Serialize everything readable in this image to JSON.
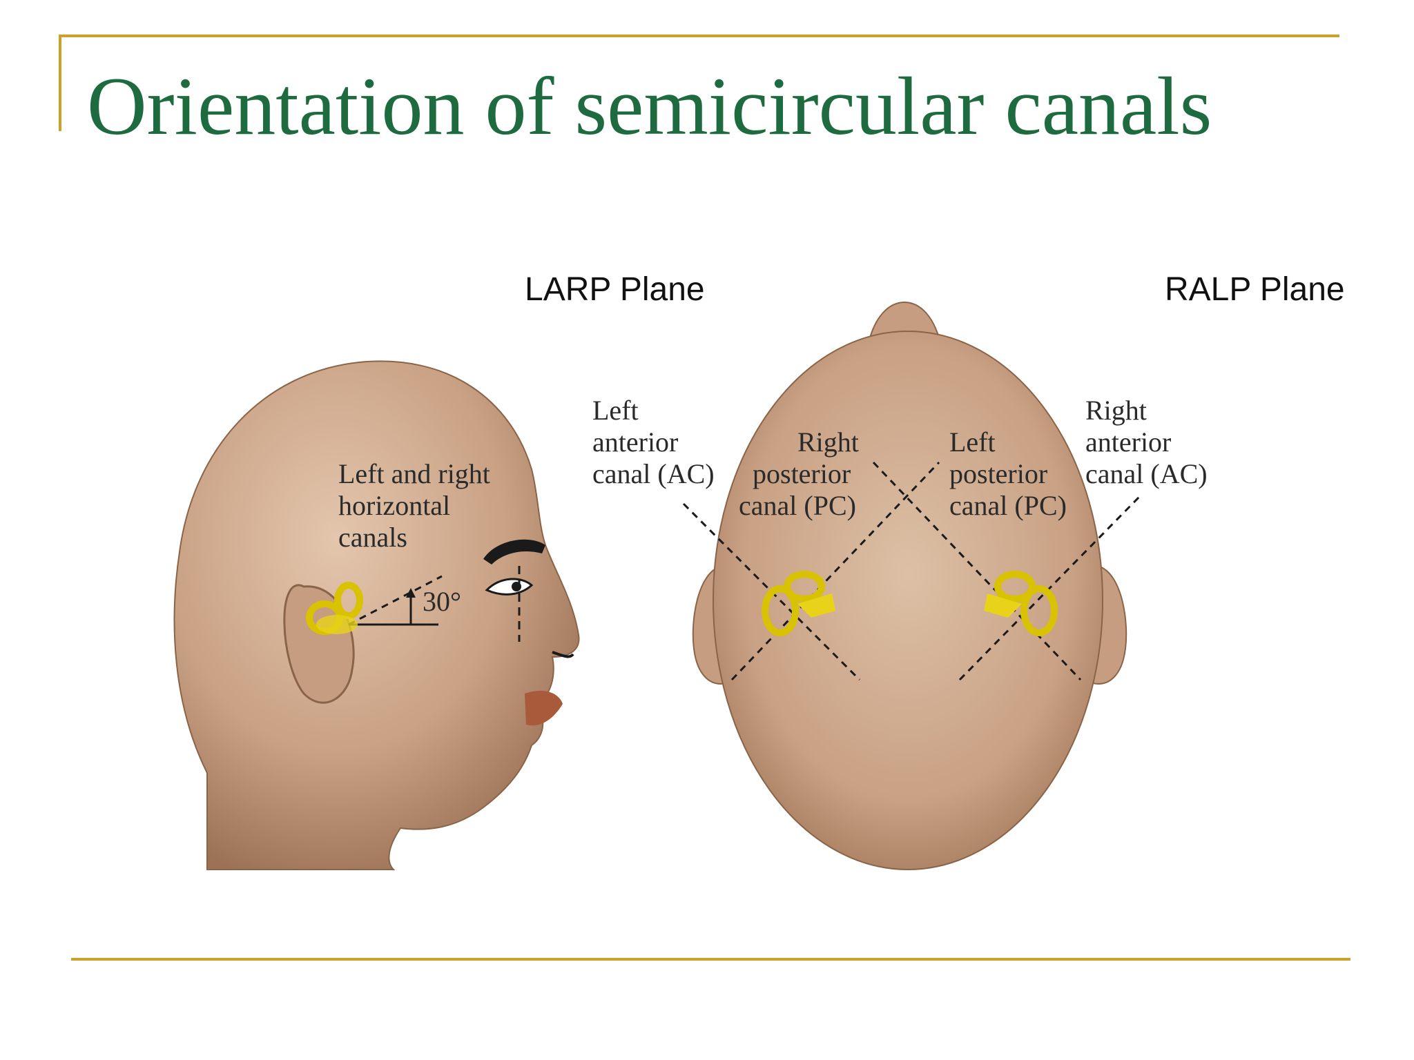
{
  "slide": {
    "title": "Orientation of semicircular canals"
  },
  "planes": {
    "left_label": "LARP Plane",
    "right_label": "RALP Plane"
  },
  "side_view": {
    "horizontal_label_line1": "Left and right",
    "horizontal_label_line2": "horizontal",
    "horizontal_label_line3": "canals",
    "angle_label": "30°"
  },
  "top_view": {
    "left_anterior_line1": "Left",
    "left_anterior_line2": "anterior",
    "left_anterior_line3": "canal (AC)",
    "right_posterior_line1": "Right",
    "right_posterior_line2": "posterior",
    "right_posterior_line3": "canal (PC)",
    "left_posterior_line1": "Left",
    "left_posterior_line2": "posterior",
    "left_posterior_line3": "canal (PC)",
    "right_anterior_line1": "Right",
    "right_anterior_line2": "anterior",
    "right_anterior_line3": "canal (AC)"
  },
  "colors": {
    "title": "#1e6b3f",
    "frame": "#c9a227",
    "skin": "#c9a184",
    "canal": "#e8d31a"
  }
}
